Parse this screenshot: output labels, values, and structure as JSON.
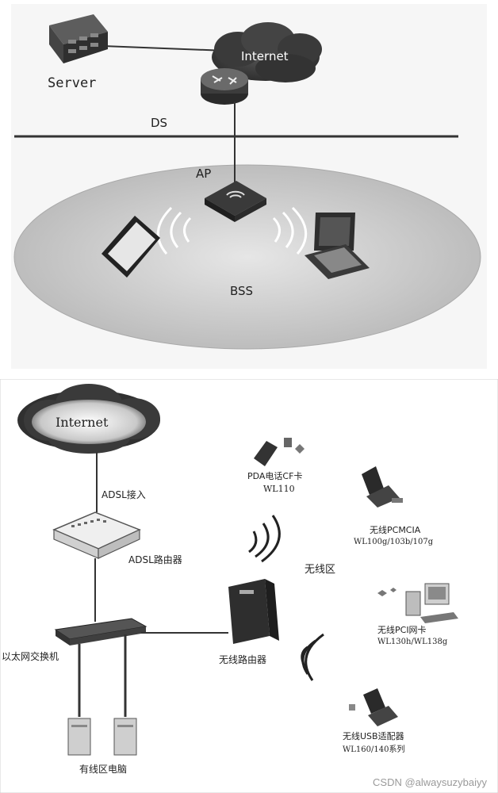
{
  "top": {
    "server_label": "Server",
    "internet_label": "Internet",
    "ds_label": "DS",
    "ap_label": "AP",
    "bss_label": "BSS"
  },
  "bottom": {
    "internet_label": "Internet",
    "adsl_access": "ADSL接入",
    "adsl_router": "ADSL路由器",
    "ethernet_switch": "以太网交换机",
    "wireless_router": "无线路由器",
    "wired_pc": "有线区电脑",
    "wireless_zone": "无线区",
    "pda_card": "PDA电话CF卡",
    "pda_model": "WL110",
    "pcmcia": "无线PCMCIA",
    "pcmcia_model": "WL100g/103b/107g",
    "pci_card": "无线PCI网卡",
    "pci_model": "WL130h/WL138g",
    "usb_adapter": "无线USB适配器",
    "usb_model": "WL160/140系列"
  },
  "watermark": "CSDN @alwaysuzybaiyy"
}
